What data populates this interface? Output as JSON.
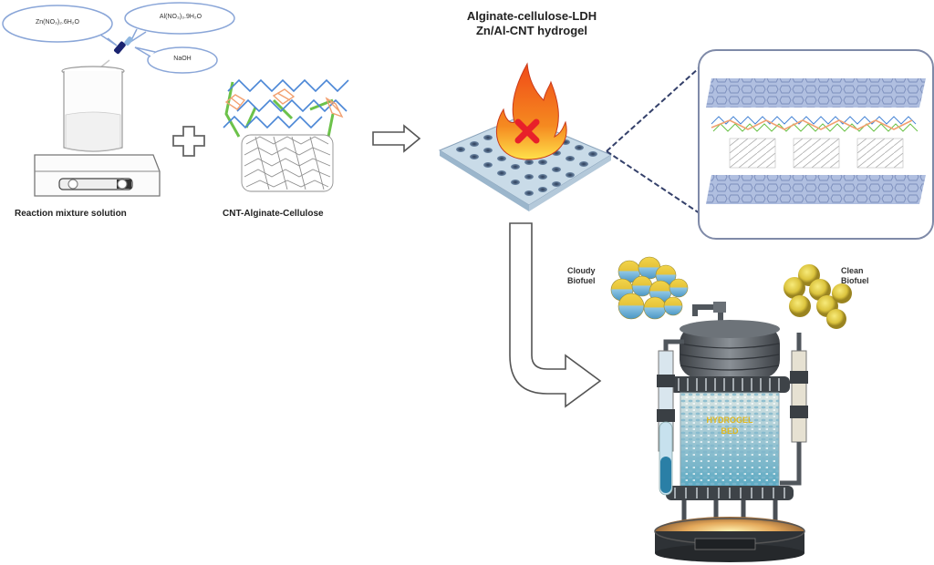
{
  "diagram": {
    "title_line1": "Alginate-cellulose-LDH",
    "title_line2": "Zn/Al-CNT hydrogel",
    "precursors": [
      {
        "label": "Zn(NO3)2.6H2O",
        "display": "Zn(NO₃)₂.6H₂O"
      },
      {
        "label": "Al(NO3)3.9H2O",
        "display": "Al(NO₃)₃.9H₂O"
      },
      {
        "label": "NaOH",
        "display": "NaOH"
      }
    ],
    "reaction_label": "Reaction mixture solution",
    "composite_label": "CNT-Alginate-Cellulose",
    "clouded_label_1": "Cloudy",
    "clouded_label_2": "Biofuel",
    "clean_label_1": "Clean",
    "clean_label_2": "Biofuel",
    "reactor_text_1": "HYDROGEL",
    "reactor_text_2": "BED",
    "operators": {
      "plus": "plus",
      "arrow": "right-arrow",
      "bent_arrow": "down-right-arrow"
    },
    "colors": {
      "bubble_stroke": "#8aa6d8",
      "alginate_blue": "#4a86d6",
      "cellulose_green": "#6cc24a",
      "ldh_orange": "#f2a070",
      "cnt_gray": "#9a9a9a",
      "flame_orange": "#f05a1e",
      "x_red": "#e8202a",
      "layer_blue": "#a9b9dc",
      "zoom_dash": "#34406a",
      "biofuel_yellow": "#d9c23c",
      "biofuel_blue": "#6fb2d6"
    }
  }
}
